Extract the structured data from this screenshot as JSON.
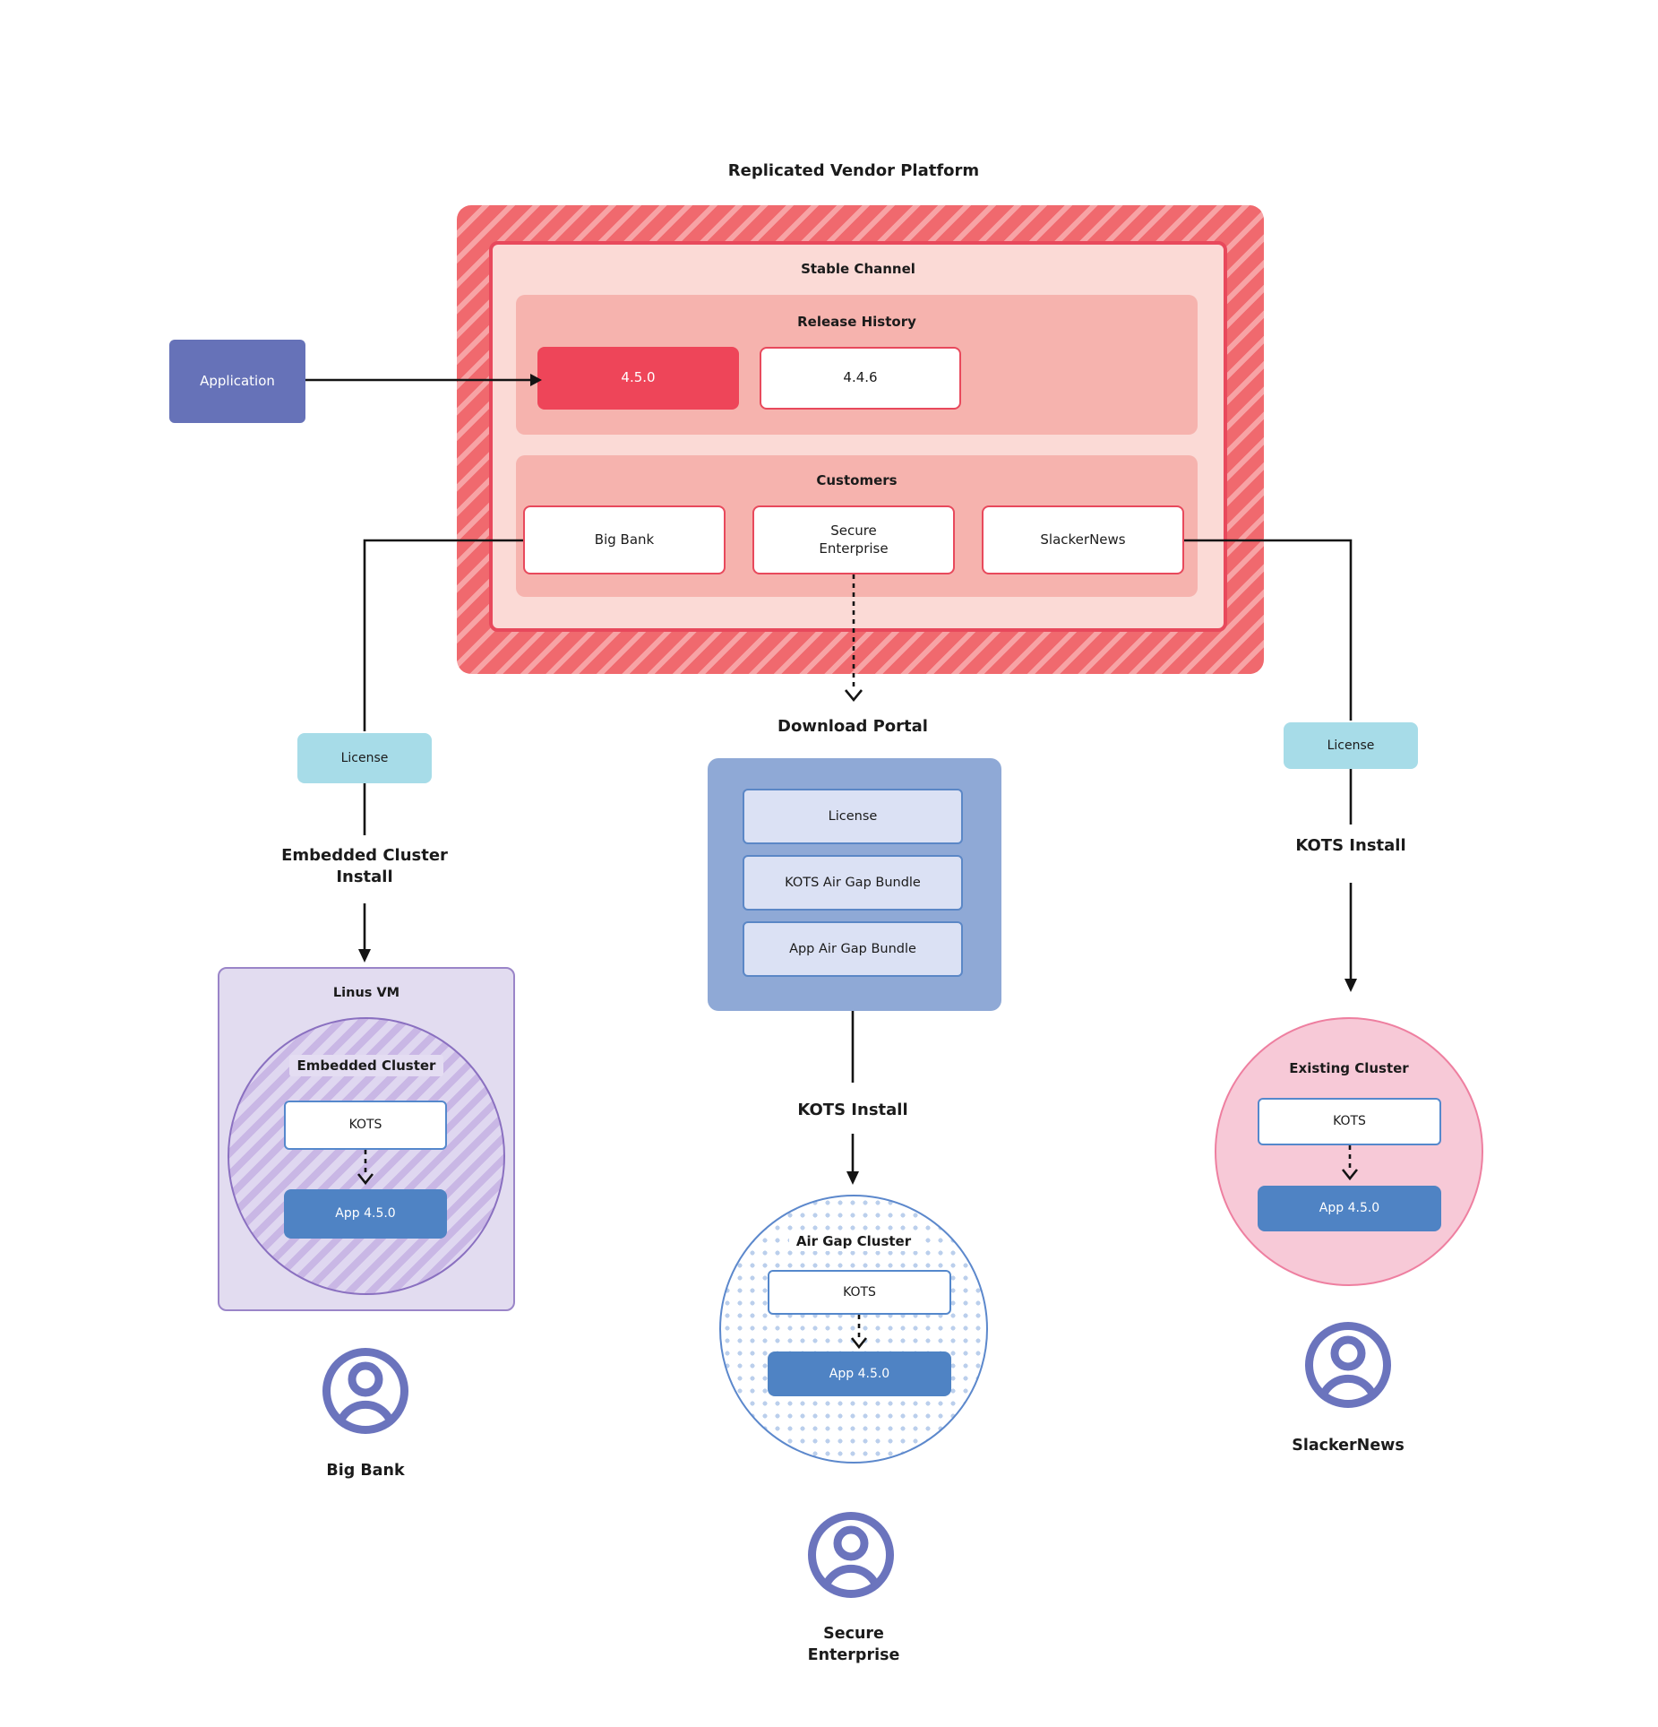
{
  "title": "Replicated Vendor Platform",
  "platform": {
    "stable_channel": "Stable Channel",
    "release_history": "Release History",
    "releases": [
      "4.5.0",
      "4.4.6"
    ],
    "customers_label": "Customers",
    "customers": [
      "Big Bank",
      "Secure Enterprise",
      "SlackerNews"
    ]
  },
  "application_label": "Application",
  "left": {
    "license": "License",
    "install": "Embedded Cluster Install",
    "vm_label": "Linus VM",
    "cluster_label": "Embedded Cluster",
    "kots": "KOTS",
    "app": "App 4.5.0",
    "person": "Big Bank"
  },
  "center": {
    "portal_title": "Download Portal",
    "portal_items": [
      "License",
      "KOTS Air Gap Bundle",
      "App Air Gap Bundle"
    ],
    "install": "KOTS Install",
    "cluster_label": "Air Gap Cluster",
    "kots": "KOTS",
    "app": "App 4.5.0",
    "person": "Secure Enterprise"
  },
  "right": {
    "license": "License",
    "install": "KOTS Install",
    "cluster_label": "Existing Cluster",
    "kots": "KOTS",
    "app": "App 4.5.0",
    "person": "SlackerNews"
  },
  "colors": {
    "hatch_dark": "#F0696E",
    "hatch_light": "#F7A3A5",
    "red_border": "#E8495C",
    "stable_pink": "#FBDAD6",
    "panel_pink": "#F6B3AE",
    "release_red": "#EE4559",
    "application_purple": "#6672B8",
    "license_teal": "#A7DCE8",
    "portal_blue": "#8FA9D6",
    "portal_item_fill": "#DBE1F4",
    "kots_border_blue": "#5588CC",
    "app_blue": "#4F83C4",
    "vm_lavender": "#E2DCF0",
    "vm_border_purple": "#9A85C8",
    "embedded_hatch_purple": "#C9B7E5",
    "airgap_dot_blue": "#BBCFEC",
    "existing_pink": "#F7C9D7",
    "existing_border_pink": "#EE7FA0",
    "person_purple": "#6B74BD",
    "line_black": "#141414"
  }
}
